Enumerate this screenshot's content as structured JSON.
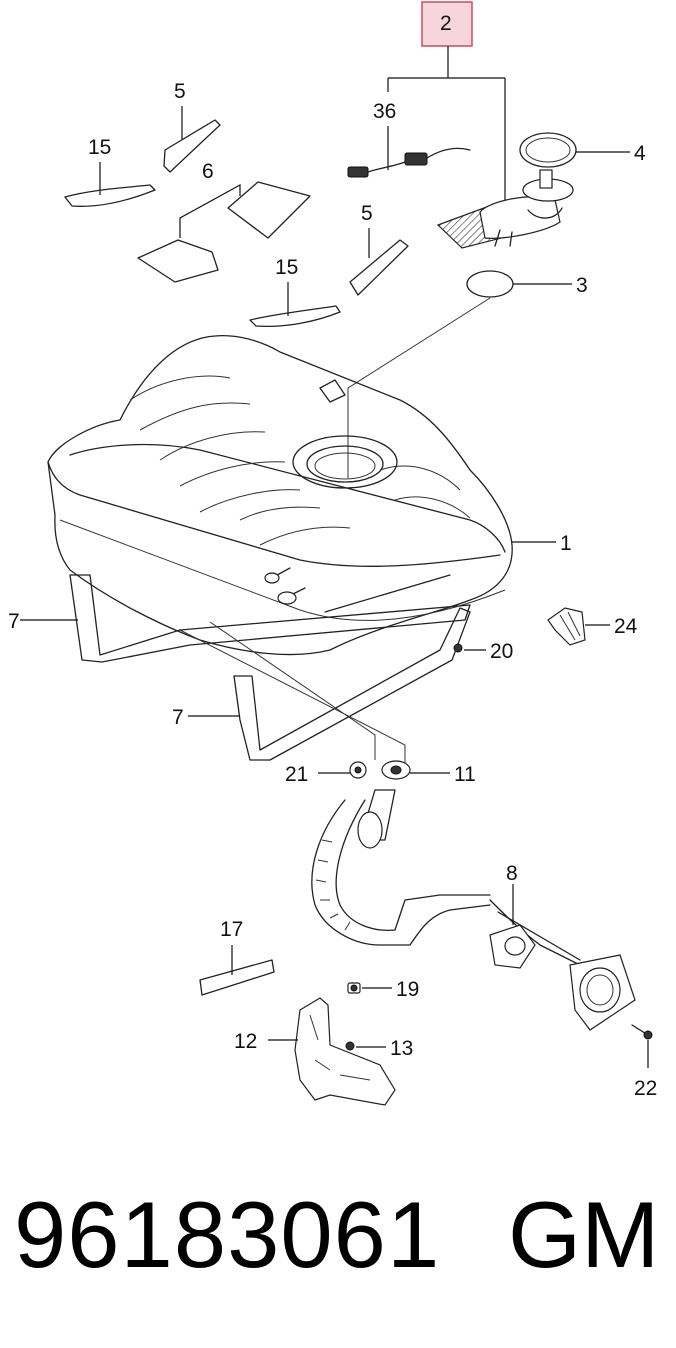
{
  "callouts": {
    "c1": "1",
    "c2": "2",
    "c3": "3",
    "c4": "4",
    "c5a": "5",
    "c5b": "5",
    "c6": "6",
    "c7a": "7",
    "c7b": "7",
    "c8": "8",
    "c11": "11",
    "c12": "12",
    "c13": "13",
    "c15a": "15",
    "c15b": "15",
    "c17": "17",
    "c19": "19",
    "c20": "20",
    "c21": "21",
    "c22": "22",
    "c24": "24",
    "c36": "36"
  },
  "highlight_color": "#f6d6dc",
  "highlight_border": "#d04a5a",
  "footer": {
    "part_number": "96183061",
    "brand": "GM"
  }
}
